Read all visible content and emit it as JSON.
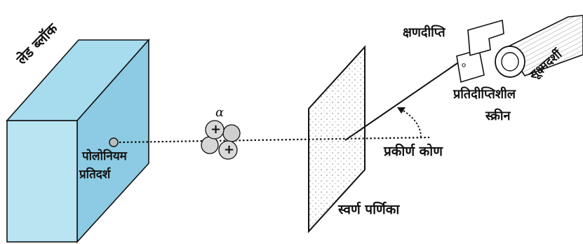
{
  "labels": {
    "lead_block": "लेड ब्लॉक",
    "polonium_sample_line1": "पोलोनियम",
    "polonium_sample_line2": "प्रतिदर्श",
    "alpha_symbol": "α",
    "gold_foil": "स्वर्ण पर्णिका",
    "scattering_angle": "प्रकीर्ण कोण",
    "flash": "क्षणदीप्ति",
    "fluorescent_screen_line1": "प्रतिदीप्तिशील",
    "fluorescent_screen_line2": "स्क्रीन",
    "microscope": "सूक्ष्मदर्शी",
    "plus_sign": "+"
  },
  "colors": {
    "lead_block_front": "#b9e4f2",
    "lead_block_top": "#a7dbee",
    "lead_block_side": "#8ccbe3",
    "alpha_particle": "#cfcfcf",
    "foil_dots": "#9a9a9a",
    "outline": "#111111"
  }
}
